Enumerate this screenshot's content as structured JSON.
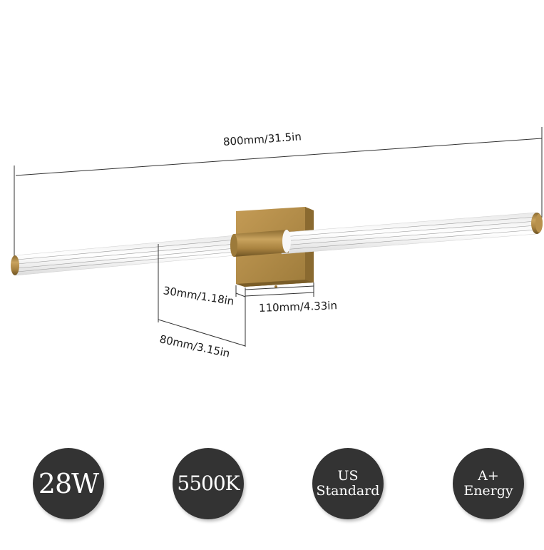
{
  "product": {
    "type": "LED wall sconce / vanity light bar",
    "finish_color": "#b08a45",
    "tube_color": "#f4f4f4"
  },
  "dimensions": {
    "length": "800mm/31.5in",
    "projection": "80mm/3.15in",
    "backplate_depth": "30mm/1.18in",
    "backplate_width": "110mm/4.33in"
  },
  "badges": [
    {
      "lines": [
        "28W"
      ],
      "name": "wattage"
    },
    {
      "lines": [
        "5500K"
      ],
      "name": "color-temperature"
    },
    {
      "lines": [
        "US",
        "Standard"
      ],
      "name": "us-standard"
    },
    {
      "lines": [
        "A+",
        "Energy"
      ],
      "name": "energy-rating"
    }
  ],
  "colors": {
    "badge_bg": "#333333",
    "badge_text": "#ffffff",
    "dim_line": "#333333"
  }
}
